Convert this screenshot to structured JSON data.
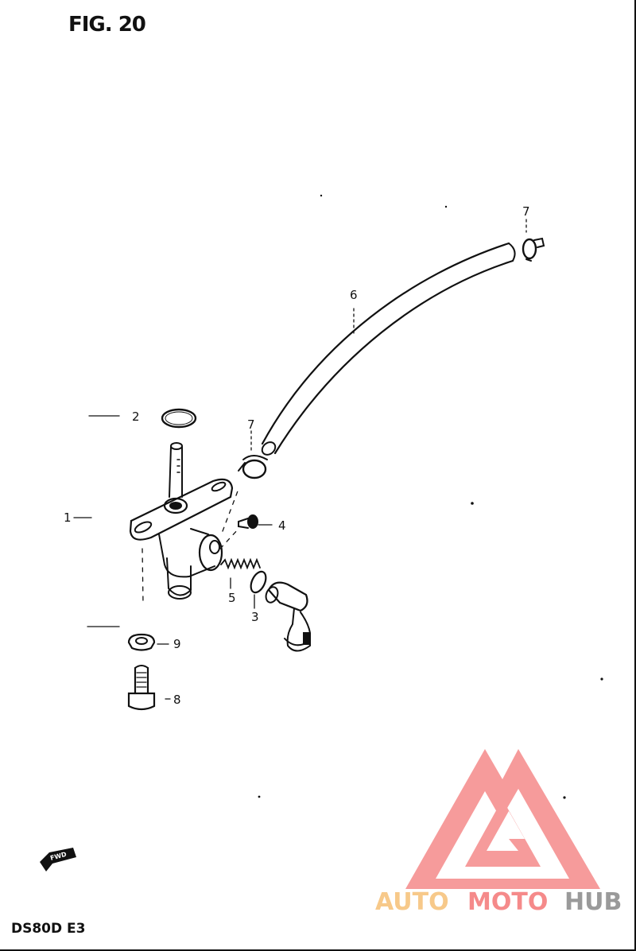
{
  "figure": {
    "title": "FIG. 20",
    "model_code": "DS80D  E3"
  },
  "callouts": [
    "1",
    "2",
    "3",
    "4",
    "5",
    "6",
    "7",
    "7",
    "8",
    "9"
  ],
  "fwd_label": "FWD",
  "watermark": {
    "text_auto": "AUTO",
    "text_moto": "MOTO",
    "text_hub": "HUB",
    "colors": {
      "auto": "#f7c98a",
      "moto": "#f58a8a",
      "hub": "#9a9a9a",
      "logo": "#f58a8a"
    }
  }
}
